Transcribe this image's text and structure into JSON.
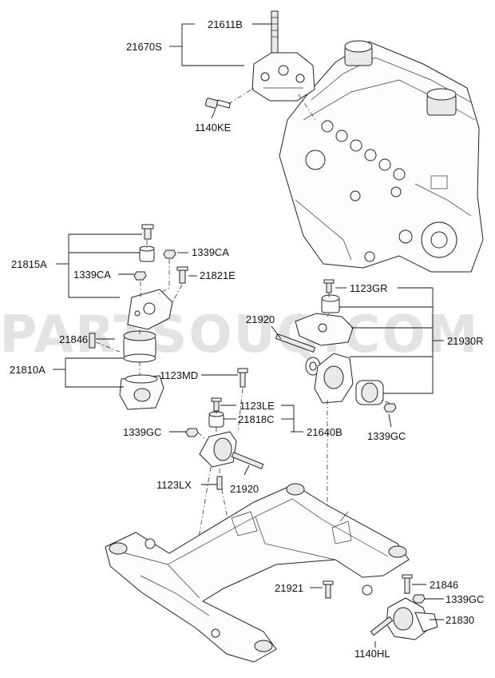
{
  "watermark": "PARTSOUQ.COM",
  "labels": {
    "l21611B": "21611B",
    "l21670S": "21670S",
    "l1140KE": "1140KE",
    "l21815A": "21815A",
    "l1339CA_a": "1339CA",
    "l1339CA_b": "1339CA",
    "l21821E": "21821E",
    "l1123GR": "1123GR",
    "l21920_a": "21920",
    "l21846_a": "21846",
    "l21930R": "21930R",
    "l21810A": "21810A",
    "l1123MD": "1123MD",
    "l1123LE": "1123LE",
    "l21818C": "21818C",
    "l21640B": "21640B",
    "l1339GC_a": "1339GC",
    "l1339GC_b": "1339GC",
    "l1123LX": "1123LX",
    "l21920_b": "21920",
    "l21921": "21921",
    "l21846_b": "21846",
    "l1339GC_c": "1339GC",
    "l21830": "21830",
    "l1140HL": "1140HL"
  }
}
